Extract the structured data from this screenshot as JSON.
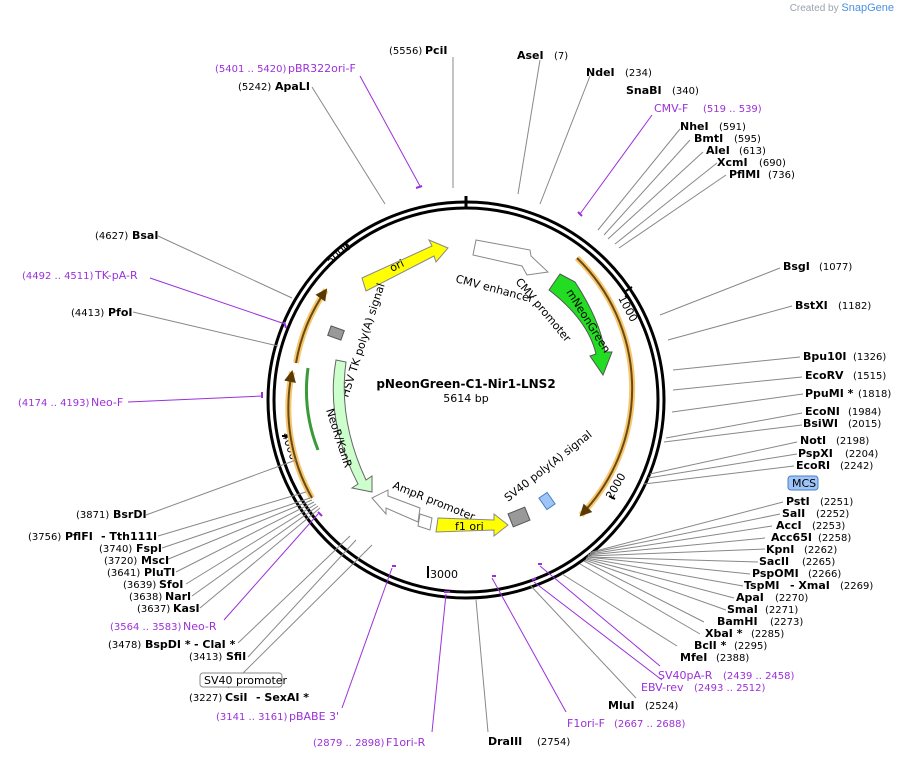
{
  "brand": {
    "created_by": "Created by",
    "name": "SnapGene"
  },
  "plasmid": {
    "name": "pNeonGreen-C1-Nir1-LNS2",
    "length": "5614 bp"
  },
  "ticks": [
    "1000",
    "2000",
    "3000",
    "4000",
    "5000"
  ],
  "features": {
    "cmv_enhancer": "CMV enhancer",
    "cmv_promoter": "CMV promoter",
    "mneongreen": "mNeonGreen",
    "ori": "ori",
    "hsv_tk": "HSV TK poly(A) signal",
    "neo": "NeoR/KanR",
    "ampr_promoter": "AmpR promoter",
    "f1_ori": "f1 ori",
    "sv40_polya": "SV40 poly(A) signal",
    "mcs": "MCS",
    "sv40_promoter": "SV40 promoter"
  },
  "sites": [
    {
      "name": "PciI",
      "pos": "(5556)"
    },
    {
      "name": "AseI",
      "pos": "(7)"
    },
    {
      "name": "NdeI",
      "pos": "(234)"
    },
    {
      "name": "SnaBI",
      "pos": "(340)"
    },
    {
      "name": "NheI",
      "pos": "(591)"
    },
    {
      "name": "BmtI",
      "pos": "(595)"
    },
    {
      "name": "AleI",
      "pos": "(613)"
    },
    {
      "name": "XcmI",
      "pos": "(690)"
    },
    {
      "name": "PflMI",
      "pos": "(736)"
    },
    {
      "name": "BsgI",
      "pos": "(1077)"
    },
    {
      "name": "BstXI",
      "pos": "(1182)"
    },
    {
      "name": "Bpu10I",
      "pos": "(1326)"
    },
    {
      "name": "EcoRV",
      "pos": "(1515)"
    },
    {
      "name": "PpuMI *",
      "pos": "(1818)"
    },
    {
      "name": "EcoNI",
      "pos": "(1984)"
    },
    {
      "name": "BsiWI",
      "pos": "(2015)"
    },
    {
      "name": "NotI",
      "pos": "(2198)"
    },
    {
      "name": "PspXI",
      "pos": "(2204)"
    },
    {
      "name": "EcoRI",
      "pos": "(2242)"
    },
    {
      "name": "PstI",
      "pos": "(2251)"
    },
    {
      "name": "SalI",
      "pos": "(2252)"
    },
    {
      "name": "AccI",
      "pos": "(2253)"
    },
    {
      "name": "Acc65I",
      "pos": "(2258)"
    },
    {
      "name": "KpnI",
      "pos": "(2262)"
    },
    {
      "name": "SacII",
      "pos": "(2265)"
    },
    {
      "name": "PspOMI",
      "pos": "(2266)"
    },
    {
      "name": "TspMI",
      "pos": ""
    },
    {
      "name": "- XmaI",
      "pos": "(2269)"
    },
    {
      "name": "ApaI",
      "pos": "(2270)"
    },
    {
      "name": "SmaI",
      "pos": "(2271)"
    },
    {
      "name": "BamHI",
      "pos": "(2273)"
    },
    {
      "name": "XbaI *",
      "pos": "(2285)"
    },
    {
      "name": "BclI *",
      "pos": "(2295)"
    },
    {
      "name": "MfeI",
      "pos": "(2388)"
    },
    {
      "name": "MluI",
      "pos": "(2524)"
    },
    {
      "name": "DraIII",
      "pos": "(2754)"
    },
    {
      "name": "CsiI",
      "pos": "(3227)"
    },
    {
      "name": "- SexAI *",
      "pos": ""
    },
    {
      "name": "SfiI",
      "pos": "(3413)"
    },
    {
      "name": "BspDI *",
      "pos": "(3478)"
    },
    {
      "name": "- ClaI *",
      "pos": ""
    },
    {
      "name": "KasI",
      "pos": "(3637)"
    },
    {
      "name": "NarI",
      "pos": "(3638)"
    },
    {
      "name": "SfoI",
      "pos": "(3639)"
    },
    {
      "name": "PluTI",
      "pos": "(3641)"
    },
    {
      "name": "MscI",
      "pos": "(3720)"
    },
    {
      "name": "FspI",
      "pos": "(3740)"
    },
    {
      "name": "PflFI",
      "pos": "(3756)"
    },
    {
      "name": "- Tth111I",
      "pos": ""
    },
    {
      "name": "BsrDI",
      "pos": "(3871)"
    },
    {
      "name": "PfoI",
      "pos": "(4413)"
    },
    {
      "name": "BsaI",
      "pos": "(4627)"
    },
    {
      "name": "ApaLI",
      "pos": "(5242)"
    }
  ],
  "primers": [
    {
      "name": "pBR322ori-F",
      "range": "(5401 .. 5420)"
    },
    {
      "name": "CMV-F",
      "range": "(519 .. 539)"
    },
    {
      "name": "TK-pA-R",
      "range": "(4492 .. 4511)"
    },
    {
      "name": "Neo-F",
      "range": "(4174 .. 4193)"
    },
    {
      "name": "Neo-R",
      "range": "(3564 .. 3583)"
    },
    {
      "name": "pBABE 3'",
      "range": "(3141 .. 3161)"
    },
    {
      "name": "F1ori-R",
      "range": "(2879 .. 2898)"
    },
    {
      "name": "F1ori-F",
      "range": "(2667 .. 2688)"
    },
    {
      "name": "EBV-rev",
      "range": "(2493 .. 2512)"
    },
    {
      "name": "SV40pA-R",
      "range": "(2439 .. 2458)"
    }
  ]
}
